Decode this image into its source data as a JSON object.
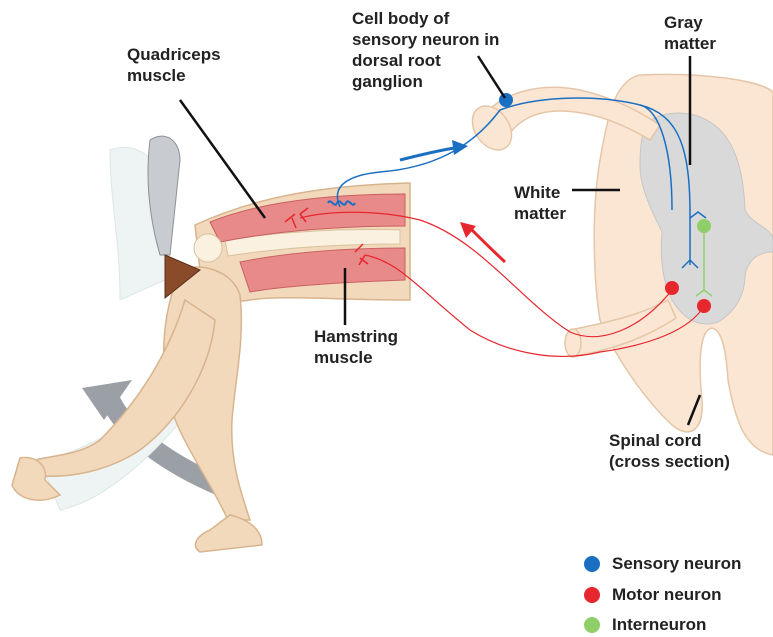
{
  "labels": {
    "cell_body": "Cell body of\nsensory neuron in\ndorsal root\nganglion",
    "gray_matter": "Gray\nmatter",
    "quadriceps": "Quadriceps\nmuscle",
    "white_matter": "White\nmatter",
    "hamstring": "Hamstring\nmuscle",
    "spinal_cord": "Spinal cord\n(cross section)"
  },
  "legend": [
    {
      "label": "Sensory neuron",
      "color": "#1b6fc2"
    },
    {
      "label": "Motor neuron",
      "color": "#e8262d"
    },
    {
      "label": "Interneuron",
      "color": "#8fcf6a"
    }
  ],
  "colors": {
    "sensory": "#1b6fc2",
    "motor": "#e8262d",
    "interneuron": "#8fcf6a",
    "skin": "#f2d9bc",
    "muscle": "#e98a8a",
    "spinal_white": "#fbe6d4",
    "spinal_gray": "#d9d9d9",
    "arrow_gray": "#9aa0a6"
  }
}
